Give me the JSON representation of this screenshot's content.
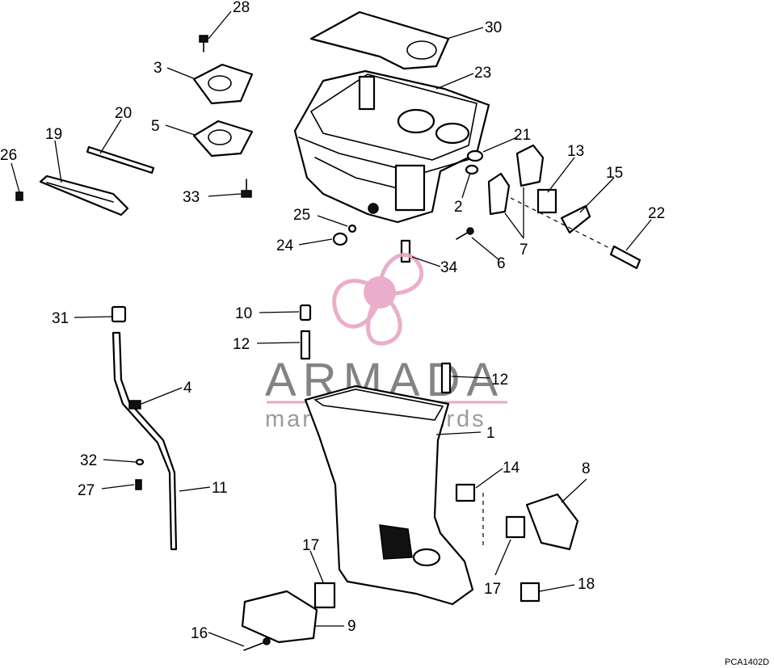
{
  "diagram": {
    "drawing_code": "PCA1402D",
    "callouts": [
      "28",
      "30",
      "3",
      "23",
      "20",
      "5",
      "19",
      "26",
      "21",
      "13",
      "33",
      "15",
      "2",
      "22",
      "25",
      "24",
      "6",
      "7",
      "34",
      "31",
      "10",
      "12",
      "12",
      "4",
      "1",
      "32",
      "11",
      "27",
      "14",
      "8",
      "17",
      "17",
      "18",
      "16",
      "9"
    ]
  },
  "watermark": {
    "brand": "ARMADA",
    "tagline": "marine outboards",
    "color": "#e8a6c6"
  }
}
